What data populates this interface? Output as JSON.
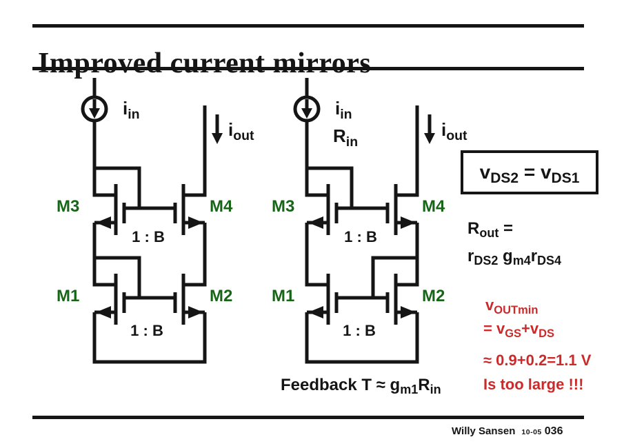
{
  "title": "Improved current mirrors",
  "colors": {
    "ink": "#151515",
    "green": "#176517",
    "red": "#cc2a2a"
  },
  "left_circuit": {
    "iin": [
      {
        "t": "i",
        "s": "in"
      }
    ],
    "iout": [
      {
        "t": "i",
        "s": "out"
      }
    ],
    "m3": "M3",
    "m4": "M4",
    "m1": "M1",
    "m2": "M2",
    "ratio_upper": "1 : B",
    "ratio_lower": "1 : B"
  },
  "right_circuit": {
    "iin": [
      {
        "t": "i",
        "s": "in"
      }
    ],
    "rin": [
      {
        "t": "R",
        "s": "in"
      }
    ],
    "iout": [
      {
        "t": "i",
        "s": "out"
      }
    ],
    "m3": "M3",
    "m4": "M4",
    "m1": "M1",
    "m2": "M2",
    "ratio_upper": "1 : B",
    "ratio_lower": "1 : B"
  },
  "annotations": {
    "boxed_equation": [
      {
        "t": "v",
        "s": "DS2"
      },
      {
        "t": " = v",
        "s": "DS1"
      }
    ],
    "rout_line1": [
      {
        "t": "R",
        "s": "out"
      },
      {
        "t": " ="
      }
    ],
    "rout_line2": [
      {
        "t": "r",
        "s": "DS2"
      },
      {
        "t": " g",
        "s": "m4"
      },
      {
        "t": "r",
        "s": "DS4"
      }
    ],
    "red_line1": [
      {
        "t": "v",
        "s": "OUTmin"
      }
    ],
    "red_line2": [
      {
        "t": "= v",
        "s": "GS"
      },
      {
        "t": "+v",
        "s": "DS"
      }
    ],
    "red_line3": [
      {
        "t": "≈ 0.9+0.2=1.1 V"
      }
    ],
    "red_line4": [
      {
        "t": "Is too large !!!"
      }
    ],
    "feedback_equation": [
      {
        "t": "Feedback T ≈ g",
        "s": "m1"
      },
      {
        "t": "R",
        "s": "in"
      }
    ]
  },
  "footer": {
    "author": "Willy Sansen",
    "date": "10-05",
    "slide_number": "036"
  }
}
